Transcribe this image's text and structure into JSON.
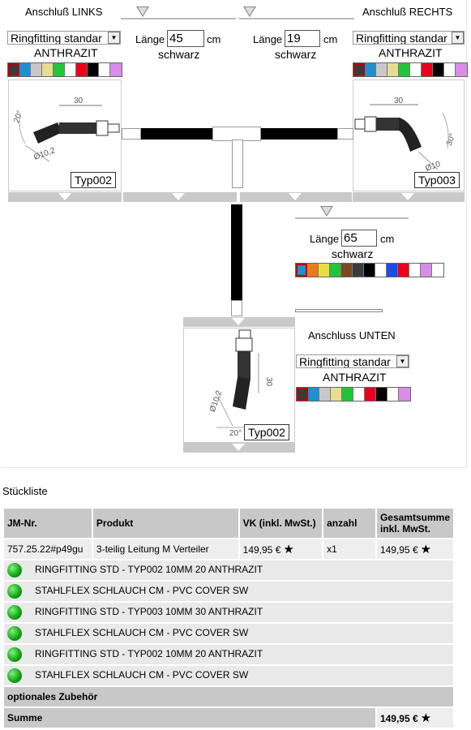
{
  "left": {
    "title": "Anschluß LINKS",
    "fitting": "Ringfitting standar",
    "color_name": "ANTHRAZIT",
    "type": "Typ002",
    "dims": {
      "length": "30",
      "angle": "20°",
      "dia": "Ø10,2"
    }
  },
  "right": {
    "title": "Anschluß RECHTS",
    "fitting": "Ringfitting standar",
    "color_name": "ANTHRAZIT",
    "type": "Typ003",
    "dims": {
      "length": "30",
      "angle": "30°",
      "dia": "Ø10"
    }
  },
  "bottom": {
    "title": "Anschluss UNTEN",
    "fitting": "Ringfitting standar",
    "color_name": "ANTHRAZIT",
    "type": "Typ002",
    "dims": {
      "length": "30",
      "angle": "20°",
      "dia": "Ø10,2"
    }
  },
  "hose_left": {
    "label": "Länge",
    "value": "45",
    "unit": "cm",
    "color": "schwarz"
  },
  "hose_right": {
    "label": "Länge",
    "value": "19",
    "unit": "cm",
    "color": "schwarz"
  },
  "hose_bottom": {
    "label": "Länge",
    "value": "65",
    "unit": "cm",
    "color": "schwarz"
  },
  "fitting_colors": [
    "#3a3a3a",
    "#1e90d0",
    "#c8c8c8",
    "#e8dc90",
    "#22c43a",
    "#ffffff",
    "#e8001c",
    "#000000",
    "#ffffff",
    "#d98ce8"
  ],
  "hose_colors": [
    "#1e90d0",
    "#e87a1e",
    "#e8e03a",
    "#22c43a",
    "#7a4a1e",
    "#3a3a3a",
    "#000000",
    "#ffffff",
    "#1e4ae8",
    "#e8001c",
    "#ffffff",
    "#d98ce8",
    "#ffffff"
  ],
  "parts": {
    "title": "Stückliste",
    "headers": [
      "JM-Nr.",
      "Produkt",
      "VK (inkl. MwSt.)",
      "anzahl",
      "Gesamtsumme inkl. MwSt."
    ],
    "main": {
      "nr": "757.25.22#p49gu",
      "product": "3-teilig Leitung M Verteiler",
      "price": "149,95 €",
      "qty": "x1",
      "total": "149,95 €"
    },
    "items": [
      "RINGFITTING STD - TYP002 10MM 20 ANTHRAZIT",
      "STAHLFLEX SCHLAUCH CM - PVC COVER SW",
      "RINGFITTING STD - TYP003 10MM 30 ANTHRAZIT",
      "STAHLFLEX SCHLAUCH CM - PVC COVER SW",
      "RINGFITTING STD - TYP002 10MM 20 ANTHRAZIT",
      "STAHLFLEX SCHLAUCH CM - PVC COVER SW"
    ],
    "optional": "optionales Zubehör",
    "sum_label": "Summe",
    "sum_value": "149,95 €",
    "star": "★"
  }
}
